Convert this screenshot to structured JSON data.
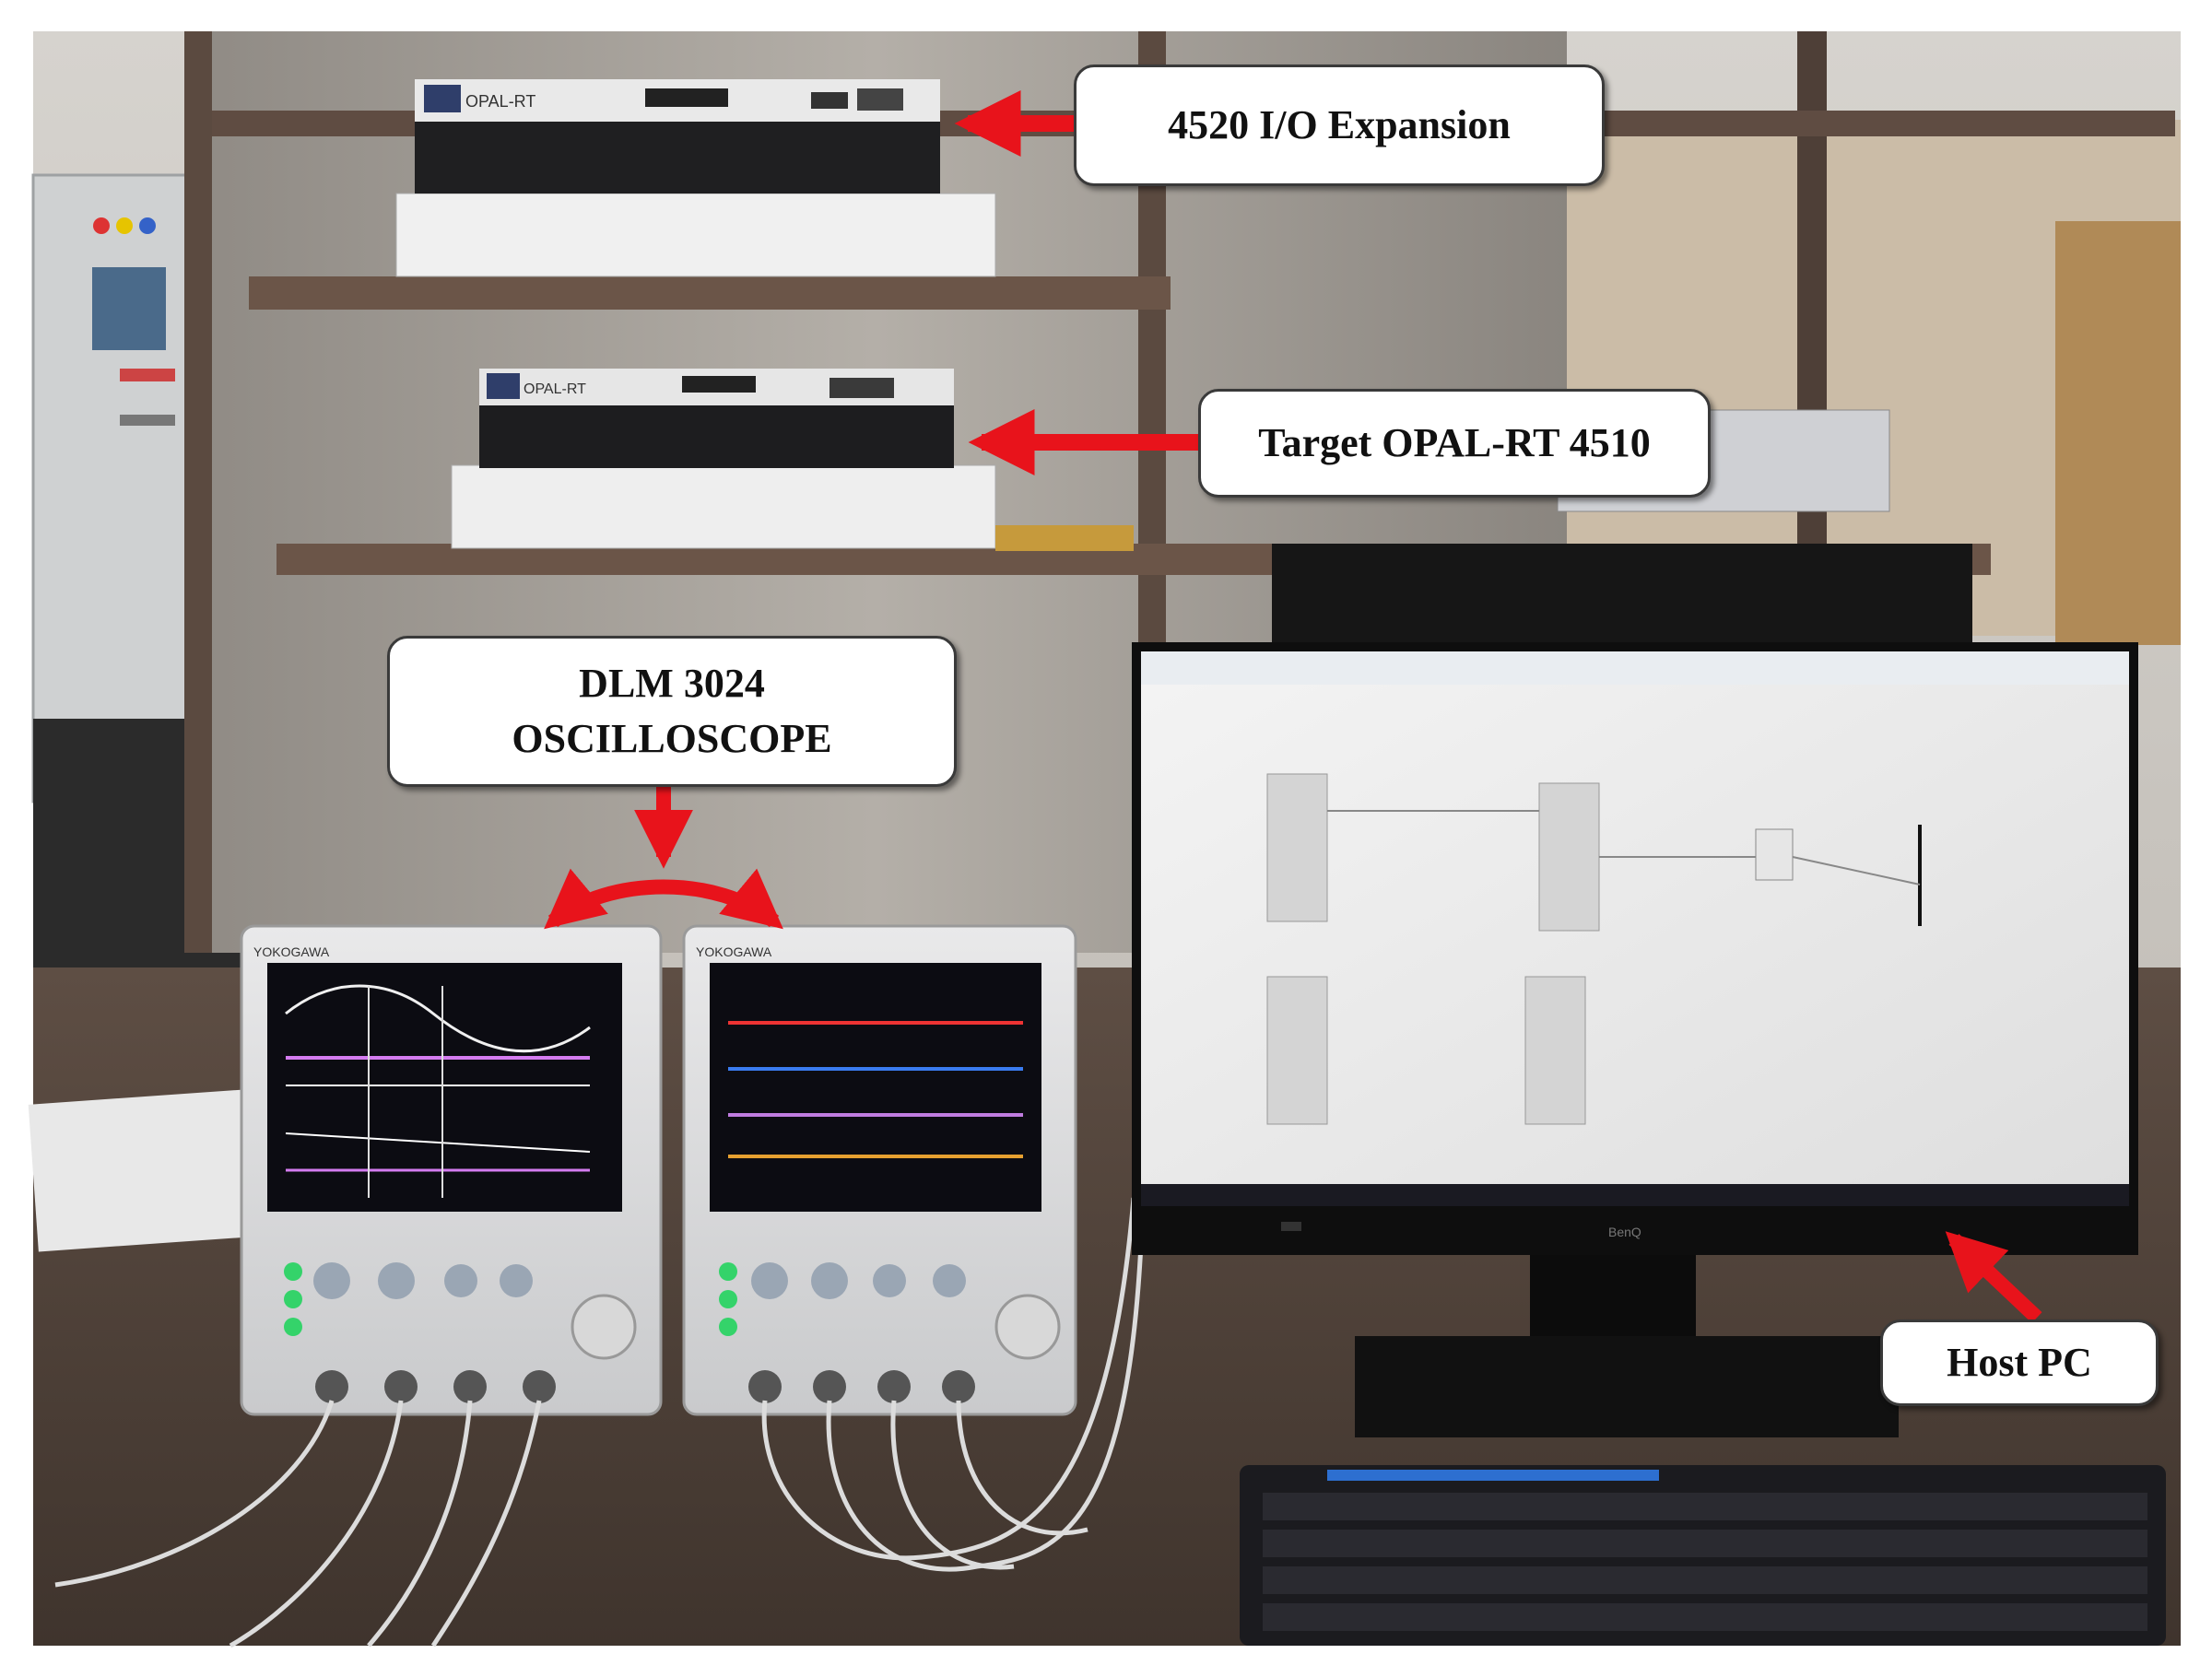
{
  "labels": {
    "io_expansion": "4520 I/O Expansion",
    "target": "Target OPAL-RT 4510",
    "scope_line1": "DLM 3024",
    "scope_line2": "OSCILLOSCOPE",
    "host_pc": "Host PC"
  },
  "equipment_text": {
    "opal_brand_1": "OPAL-RT",
    "opal_brand_2": "OPAL-RT",
    "scope_brand_1": "YOKOGAWA",
    "scope_brand_2": "YOKOGAWA",
    "monitor_brand": "BenQ"
  },
  "colors": {
    "arrow": "#e8131b",
    "callout_bg": "#ffffff",
    "callout_border": "#3a3a3a"
  }
}
